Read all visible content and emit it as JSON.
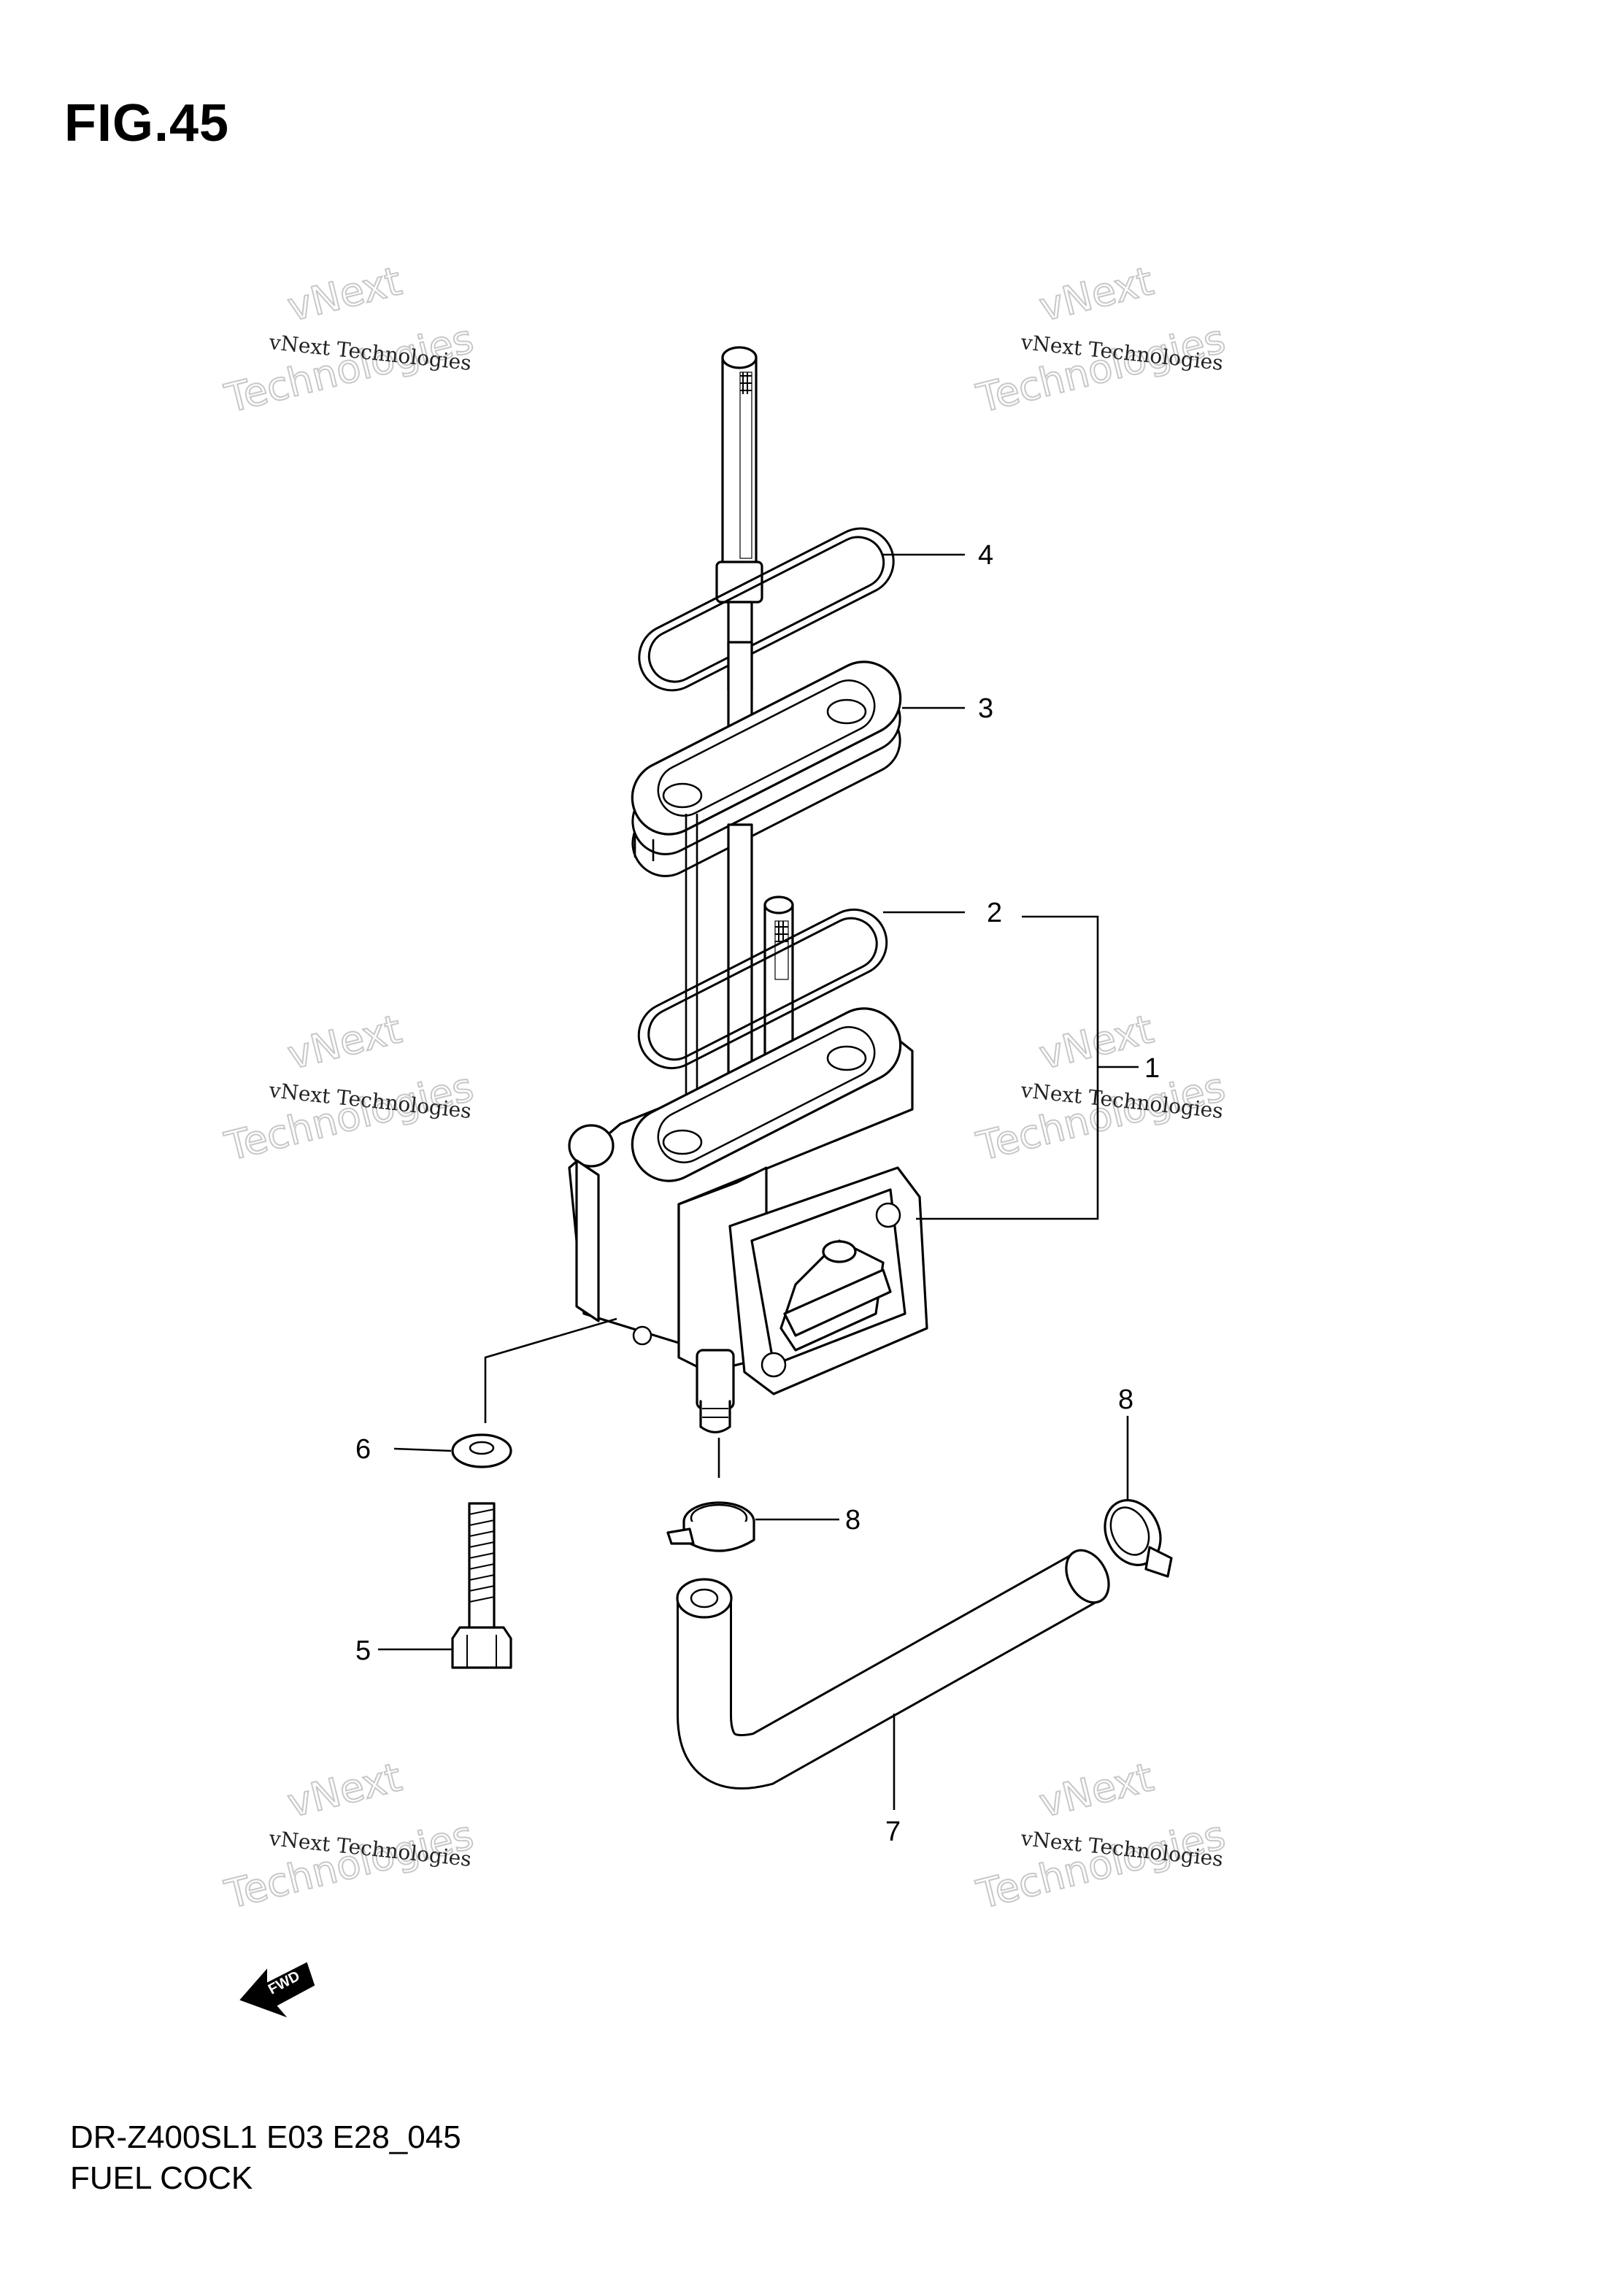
{
  "figure_label": "FIG.45",
  "model_code": "DR-Z400SL1 E03 E28_045",
  "section_name": "FUEL COCK",
  "watermark": {
    "line1": "vNext Technologies",
    "line2": "vNext",
    "line3": "Technologies"
  },
  "callouts": [
    {
      "id": "1",
      "part": "fuel-cock-assembly"
    },
    {
      "id": "2",
      "part": "o-ring-lower"
    },
    {
      "id": "3",
      "part": "spacer"
    },
    {
      "id": "4",
      "part": "o-ring-upper"
    },
    {
      "id": "5",
      "part": "bolt"
    },
    {
      "id": "6",
      "part": "washer"
    },
    {
      "id": "7",
      "part": "fuel-hose"
    },
    {
      "id": "8",
      "part": "hose-clamp"
    }
  ],
  "fwd_label": "FWD"
}
